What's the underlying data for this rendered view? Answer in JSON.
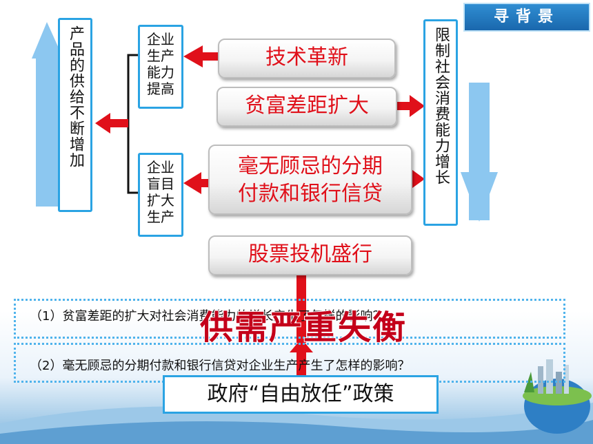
{
  "tag": "寻背景",
  "left_column": "产品的供给不断增加",
  "right_column": "限制社会消费能力增长",
  "box_enterprise_capacity": "企业生产能力提高",
  "box_enterprise_blind": "企业盲目扩大生产",
  "pill_tech": "技术革新",
  "pill_gap": "贫富差距扩大",
  "pill_credit_line1": "毫无顾忌的分期",
  "pill_credit_line2": "付款和银行信贷",
  "pill_stock": "股票投机盛行",
  "question1": "（1）贫富差距的扩大对社会消费能力的增长产生了怎样的影响？",
  "question2": "（2）毫无顾忌的分期付款和银行信贷对企业生产产生了怎样的影响？",
  "result": "供需严重失衡",
  "policy": "政府“自由放任”政策",
  "colors": {
    "accent_blue": "#2aa3e3",
    "arrow_red": "#e0101a",
    "result_red": "#c4001a"
  }
}
